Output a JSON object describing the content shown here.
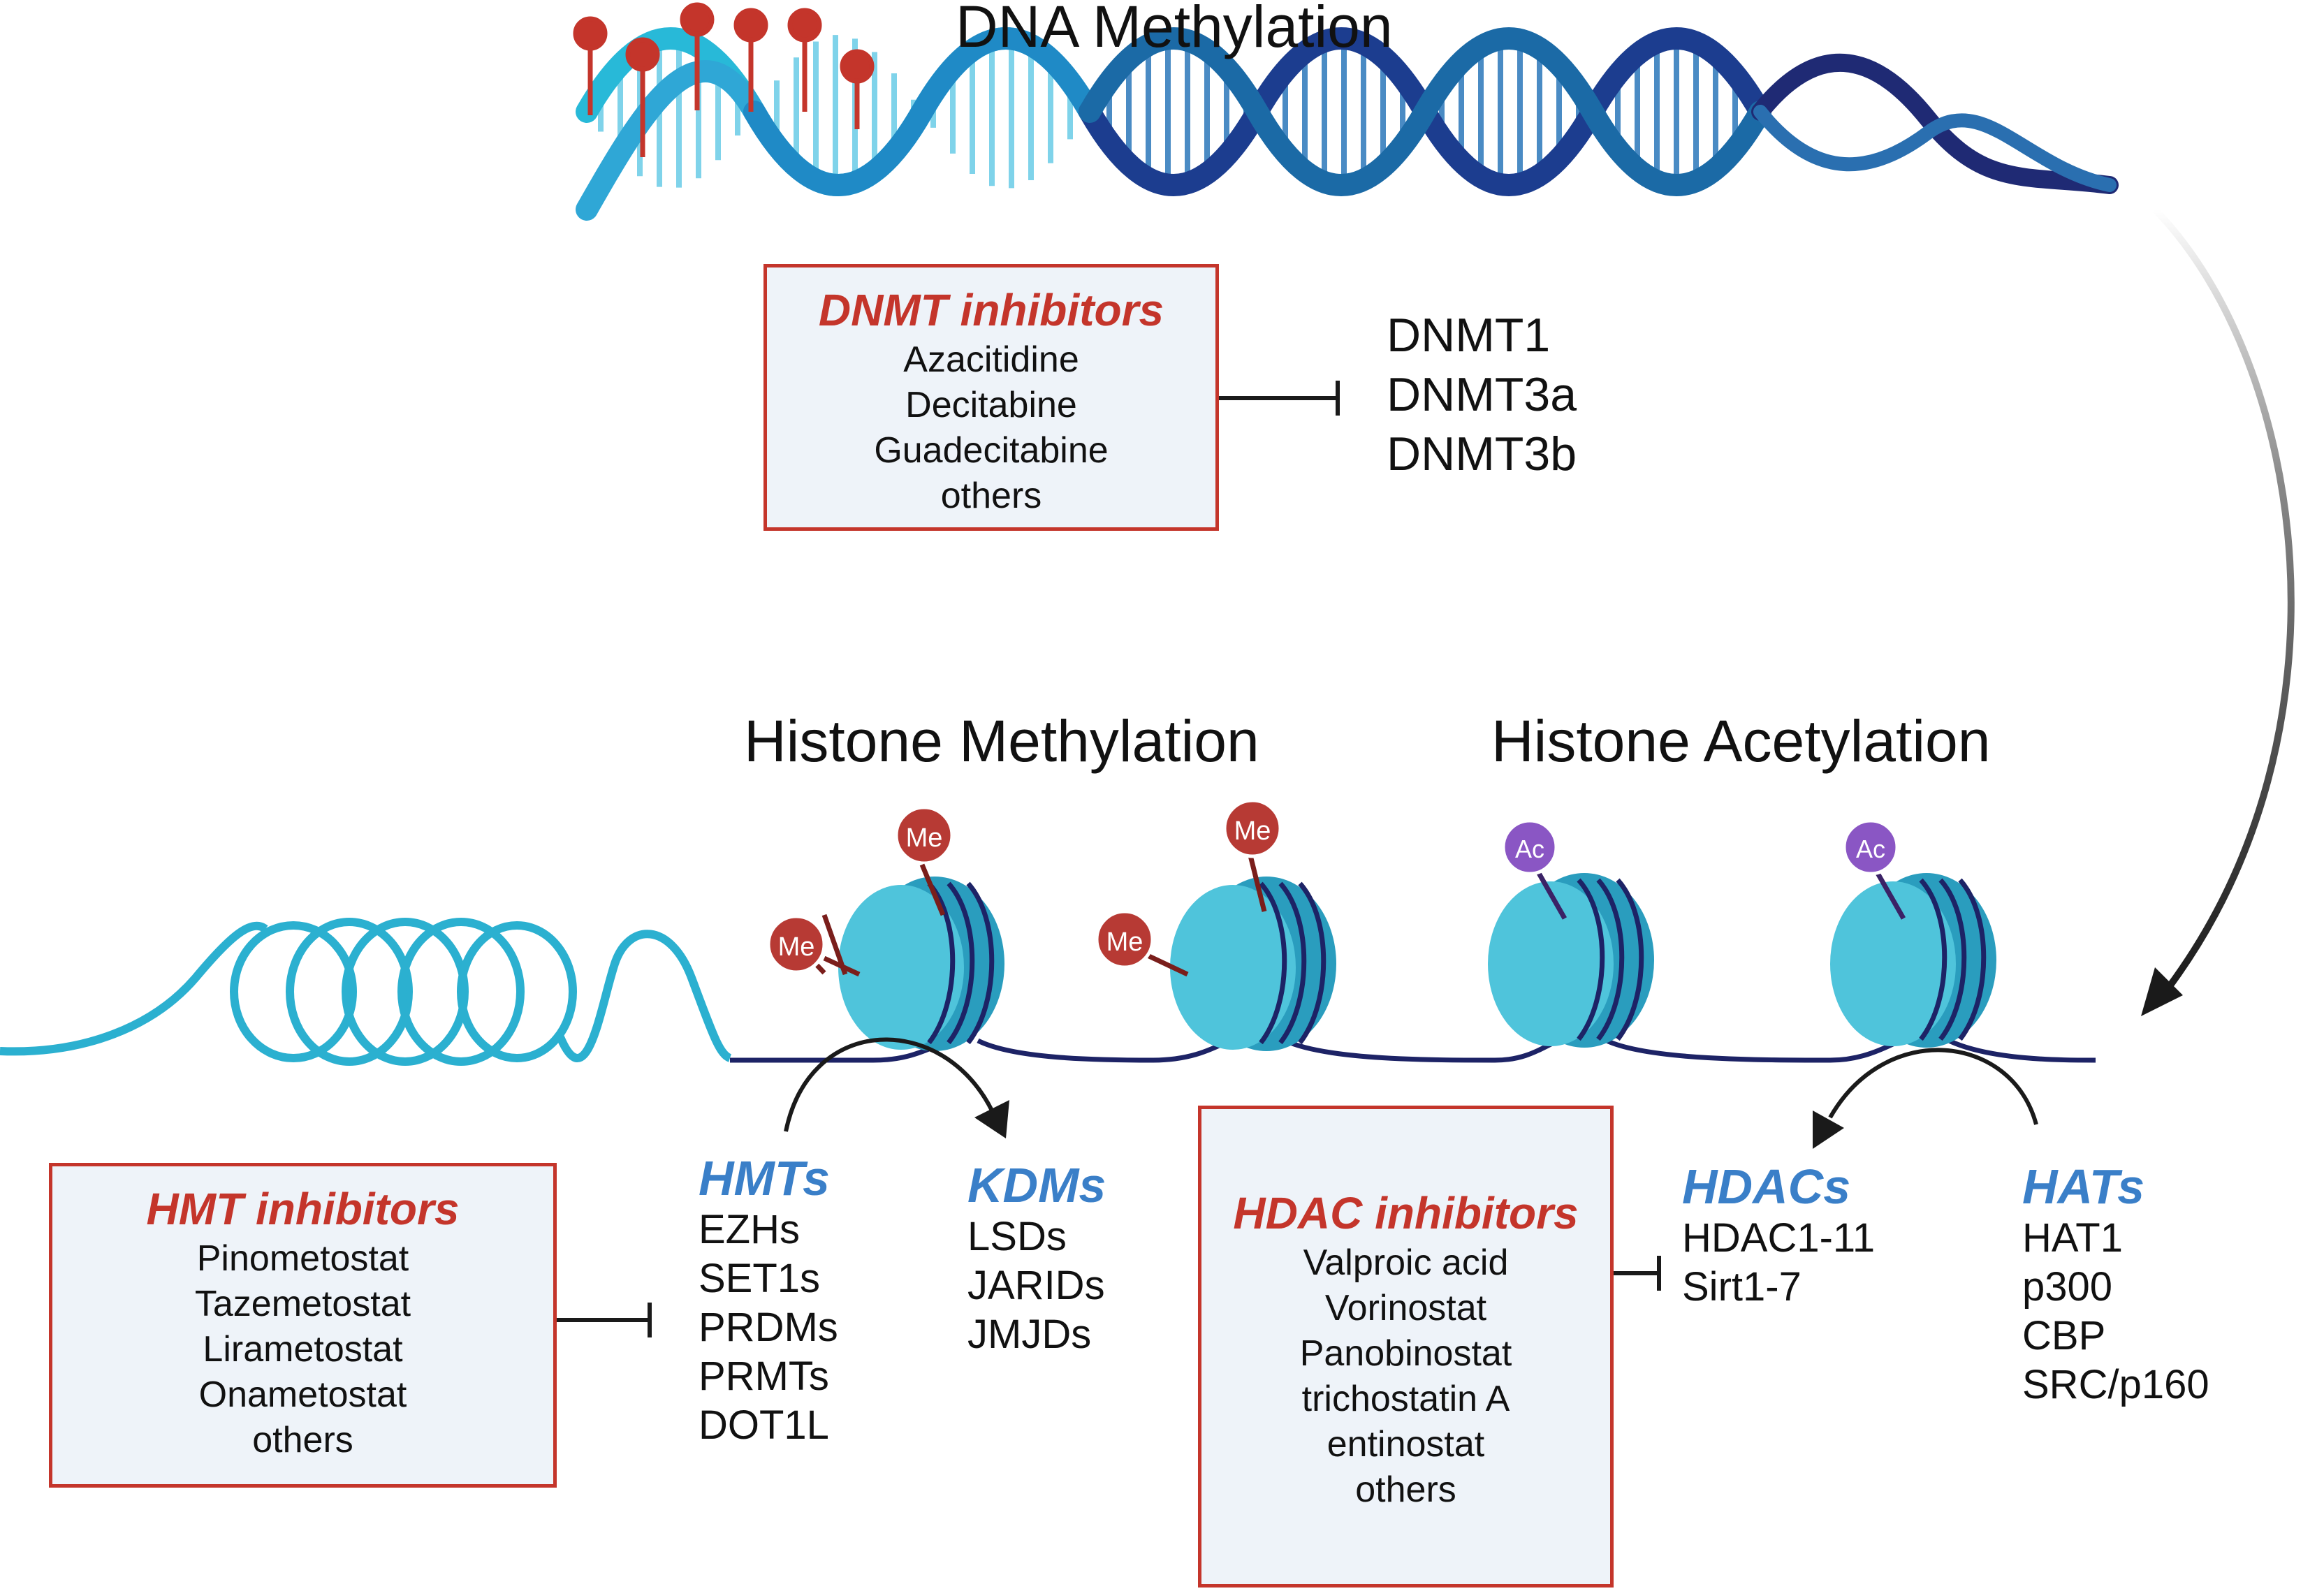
{
  "titles": {
    "dna_methylation": "DNA Methylation",
    "histone_methylation": "Histone Methylation",
    "histone_acetylation": "Histone Acetylation"
  },
  "dnmt_box": {
    "title": "DNMT inhibitors",
    "items": [
      "Azacitidine",
      "Decitabine",
      "Guadecitabine",
      "others"
    ]
  },
  "dnmt_targets": [
    "DNMT1",
    "DNMT3a",
    "DNMT3b"
  ],
  "hmt_box": {
    "title": "HMT inhibitors",
    "items": [
      "Pinometostat",
      "Tazemetostat",
      "Lirametostat",
      "Onametostat",
      "others"
    ]
  },
  "hmts": {
    "title": "HMTs",
    "items": [
      "EZHs",
      "SET1s",
      "PRDMs",
      "PRMTs",
      "DOT1L"
    ]
  },
  "kdms": {
    "title": "KDMs",
    "items": [
      "LSDs",
      "JARIDs",
      "JMJDs"
    ]
  },
  "hdac_box": {
    "title": "HDAC inhibitors",
    "items": [
      "Valproic acid",
      "Vorinostat",
      "Panobinostat",
      "trichostatin A",
      "entinostat",
      "others"
    ]
  },
  "hdacs": {
    "title": "HDACs",
    "items": [
      "HDAC1-11",
      "Sirt1-7"
    ]
  },
  "hats": {
    "title": "HATs",
    "items": [
      "HAT1",
      "p300",
      "CBP",
      "SRC/p160"
    ]
  },
  "marks": {
    "methyl": "Me",
    "acetyl": "Ac"
  },
  "colors": {
    "inhibitor_red": "#c4352b",
    "enzyme_blue": "#3a7fc8",
    "nucleosome": "#3bb4cc",
    "dna_dark": "#1d2366",
    "methyl_mark": "#b73a34",
    "acetyl_mark": "#8a56c4"
  }
}
